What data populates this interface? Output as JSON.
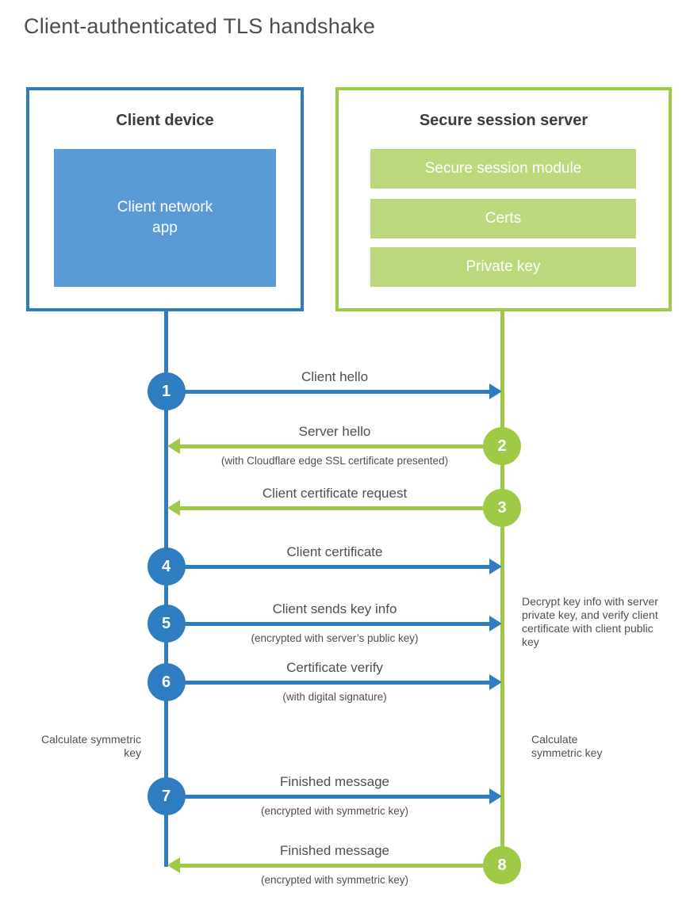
{
  "title": "Client-authenticated TLS handshake",
  "client_box": {
    "title": "Client device",
    "app_label": "Client network app"
  },
  "server_box": {
    "title": "Secure session server",
    "modules": [
      "Secure session module",
      "Certs",
      "Private key"
    ]
  },
  "steps": [
    {
      "number": "1",
      "from": "client",
      "label": "Client hello",
      "sublabel": ""
    },
    {
      "number": "2",
      "from": "server",
      "label": "Server hello",
      "sublabel": "(with Cloudflare edge SSL certificate presented)"
    },
    {
      "number": "3",
      "from": "server",
      "label": "Client certificate request",
      "sublabel": ""
    },
    {
      "number": "4",
      "from": "client",
      "label": "Client certificate",
      "sublabel": ""
    },
    {
      "number": "5",
      "from": "client",
      "label": "Client sends key info",
      "sublabel": "(encrypted with server’s public key)"
    },
    {
      "number": "6",
      "from": "client",
      "label": "Certificate verify",
      "sublabel": "(with digital signature)"
    },
    {
      "number": "7",
      "from": "client",
      "label": "Finished message",
      "sublabel": "(encrypted with symmetric key)"
    },
    {
      "number": "8",
      "from": "server",
      "label": "Finished message",
      "sublabel": "(encrypted with symmetric key)"
    }
  ],
  "notes": {
    "decrypt": "Decrypt key info with server private key, and verify client certificate with client public key",
    "calculate_left": "Calculate symmetric key",
    "calculate_right": "Calculate symmetric key"
  },
  "colors": {
    "blue": "#2f7dc1",
    "blue_fill": "#5b9bd5",
    "green": "#9fca45",
    "green_fill": "#bcd87c"
  }
}
